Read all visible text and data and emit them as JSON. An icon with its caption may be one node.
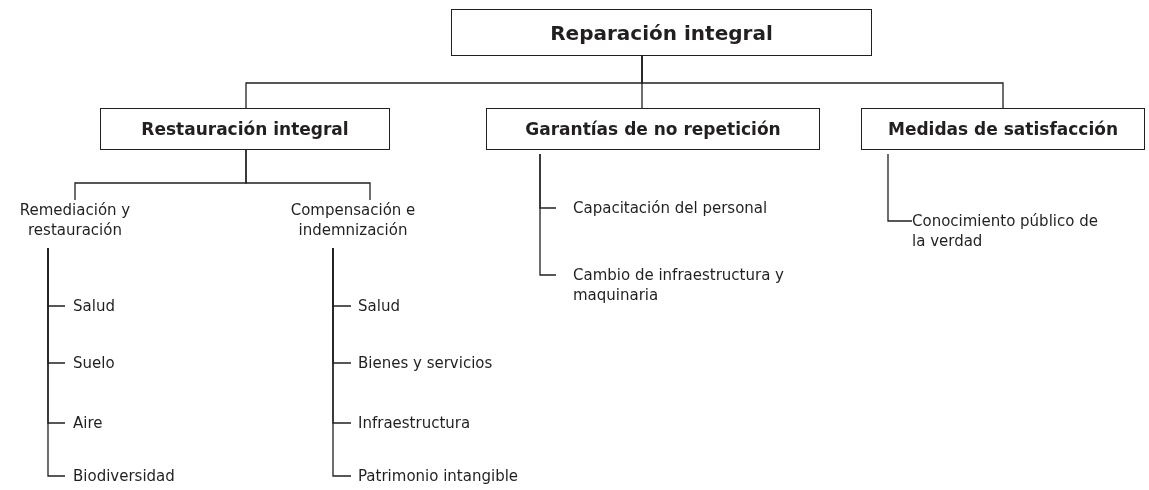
{
  "diagram": {
    "nodes": [
      {
        "text": [
          "Reparación integral"
        ]
      },
      {
        "text": [
          "Restauración integral"
        ]
      },
      {
        "text": [
          "Garantías de no repetición"
        ]
      },
      {
        "text": [
          "Medidas de satisfacción"
        ]
      },
      {
        "text": [
          "Remediación y restauración"
        ]
      },
      {
        "text": [
          "Compensación e indemnización"
        ]
      },
      {
        "text": [
          "Salud"
        ]
      },
      {
        "text": [
          "Suelo"
        ]
      },
      {
        "text": [
          "Aire"
        ]
      },
      {
        "text": [
          "Biodiversidad"
        ]
      },
      {
        "text": [
          "Salud"
        ]
      },
      {
        "text": [
          "Bienes y servicios"
        ]
      },
      {
        "text": [
          "Infraestructura"
        ]
      },
      {
        "text": [
          "Patrimonio intangible"
        ]
      },
      {
        "text": [
          "Capacitación del personal"
        ]
      },
      {
        "text": [
          "Cambio de infraestructura y maquinaria"
        ]
      },
      {
        "text": [
          "Conocimiento público de la verdad"
        ]
      }
    ],
    "edges": [
      {
        "from": 0,
        "to": 1,
        "arrow": "none"
      },
      {
        "from": 0,
        "to": 2,
        "arrow": "none"
      },
      {
        "from": 0,
        "to": 3,
        "arrow": "none"
      },
      {
        "from": 1,
        "to": 4,
        "arrow": "none"
      },
      {
        "from": 1,
        "to": 5,
        "arrow": "none"
      },
      {
        "from": 4,
        "to": 6,
        "arrow": "none"
      },
      {
        "from": 4,
        "to": 7,
        "arrow": "none"
      },
      {
        "from": 4,
        "to": 8,
        "arrow": "none"
      },
      {
        "from": 4,
        "to": 9,
        "arrow": "none"
      },
      {
        "from": 5,
        "to": 10,
        "arrow": "none"
      },
      {
        "from": 5,
        "to": 11,
        "arrow": "none"
      },
      {
        "from": 5,
        "to": 12,
        "arrow": "none"
      },
      {
        "from": 5,
        "to": 13,
        "arrow": "none"
      },
      {
        "from": 2,
        "to": 14,
        "arrow": "none"
      },
      {
        "from": 2,
        "to": 15,
        "arrow": "none"
      },
      {
        "from": 3,
        "to": 16,
        "arrow": "none"
      }
    ]
  }
}
